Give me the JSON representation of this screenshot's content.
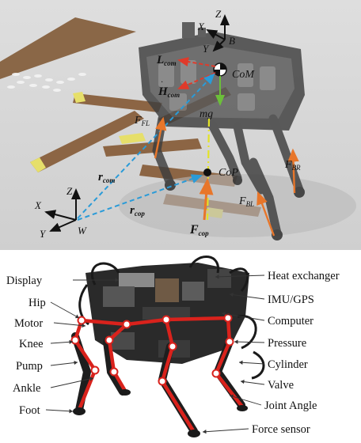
{
  "top_panel": {
    "frame_B": {
      "x": "X",
      "y": "Y",
      "z": "Z",
      "name": "B"
    },
    "frame_W": {
      "x": "X",
      "y": "Y",
      "z": "Z",
      "name": "W"
    },
    "com_label": "CoM",
    "cop_label": "CoP",
    "mg_label": "mg",
    "L_com": {
      "base": "L",
      "sub": "com"
    },
    "H_com": {
      "base": "H",
      "sub": "com"
    },
    "r_com": {
      "base": "r",
      "sub": "com"
    },
    "r_cop": {
      "base": "r",
      "sub": "cop"
    },
    "F_FL": {
      "base": "F",
      "sub": "FL"
    },
    "F_BR": {
      "base": "F",
      "sub": "BR"
    },
    "F_BL": {
      "base": "F",
      "sub": "BL"
    },
    "F_cop": {
      "base": "F",
      "sub": "cop"
    },
    "colors": {
      "ground": "#d7d7d7",
      "arrow_orange": "#e8762a",
      "arrow_red": "#e03a2a",
      "arrow_blue": "#2a9bd8",
      "arrow_green": "#6cbf3a",
      "arrow_yellow": "#e3e327"
    }
  },
  "bottom_panel": {
    "left_labels": [
      "Display",
      "Hip",
      "Motor",
      "Knee",
      "Pump",
      "Ankle",
      "Foot"
    ],
    "right_labels": [
      "Heat exchanger",
      "IMU/GPS",
      "Computer",
      "Pressure",
      "Cylinder",
      "Valve",
      "Joint Angle",
      "Force sensor"
    ],
    "colors": {
      "link_red": "#d9221c",
      "joint_white": "#ffffff",
      "body_dark": "#262626"
    }
  }
}
